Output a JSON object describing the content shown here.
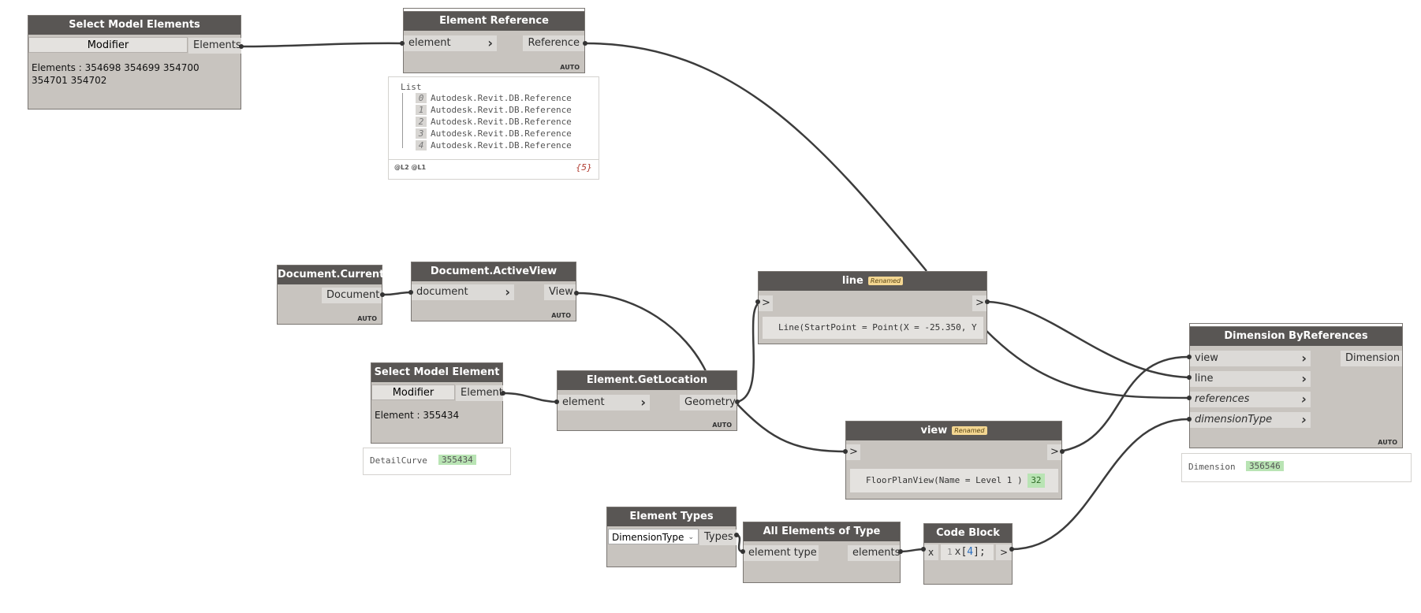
{
  "nodes": {
    "select_model_elements": {
      "title": "Select Model Elements",
      "modifier": "Modifier",
      "output": "Elements",
      "info_line1": "Elements : 354698 354699 354700",
      "info_line2": "354701 354702"
    },
    "element_reference": {
      "title": "Element Reference",
      "input": "element",
      "output": "Reference",
      "lacing": "AUTO"
    },
    "list_preview": {
      "header": "List",
      "items": [
        "Autodesk.Revit.DB.Reference",
        "Autodesk.Revit.DB.Reference",
        "Autodesk.Revit.DB.Reference",
        "Autodesk.Revit.DB.Reference",
        "Autodesk.Revit.DB.Reference"
      ],
      "indices": [
        "0",
        "1",
        "2",
        "3",
        "4"
      ],
      "levels": "@L2 @L1",
      "count": "{5}"
    },
    "document_current": {
      "title": "Document.Current",
      "output": "Document",
      "lacing": "AUTO"
    },
    "document_activeview": {
      "title": "Document.ActiveView",
      "input": "document",
      "output": "View",
      "lacing": "AUTO"
    },
    "select_model_element": {
      "title": "Select Model Element",
      "modifier": "Modifier",
      "output": "Element",
      "info": "Element : 355434"
    },
    "detailcurve_preview": {
      "label": "DetailCurve",
      "value": "355434"
    },
    "element_getlocation": {
      "title": "Element.GetLocation",
      "input": "element",
      "output": "Geometry",
      "lacing": "AUTO"
    },
    "line": {
      "title": "line",
      "badge": "Renamed",
      "in_port": ">",
      "out_port": ">",
      "code": "Line(StartPoint = Point(X = -25.350, Y"
    },
    "view": {
      "title": "view",
      "badge": "Renamed",
      "in_port": ">",
      "out_port": ">",
      "code": "FloorPlanView(Name = Level 1 )",
      "value": "32"
    },
    "dimension_byreferences": {
      "title": "Dimension ByReferences",
      "inputs": [
        "view",
        "line",
        "references",
        "dimensionType"
      ],
      "output": "Dimension",
      "lacing": "AUTO"
    },
    "dimension_preview": {
      "label": "Dimension",
      "value": "356546"
    },
    "element_types": {
      "title": "Element Types",
      "selected": "DimensionType",
      "output": "Types"
    },
    "all_elements_of_type": {
      "title": "All Elements of Type",
      "input": "element type",
      "output": "elements"
    },
    "code_block": {
      "title": "Code Block",
      "in_port": "x",
      "line_no": "1",
      "code_prefix": "x[",
      "code_index": "4",
      "code_suffix": "];",
      "out_port": ">"
    }
  },
  "colors": {
    "node_body": "#c8c4bf",
    "header": "#595654",
    "wire": "#3c3c3c",
    "badge": "#f3d691",
    "value_green": "#b9e4b4"
  }
}
